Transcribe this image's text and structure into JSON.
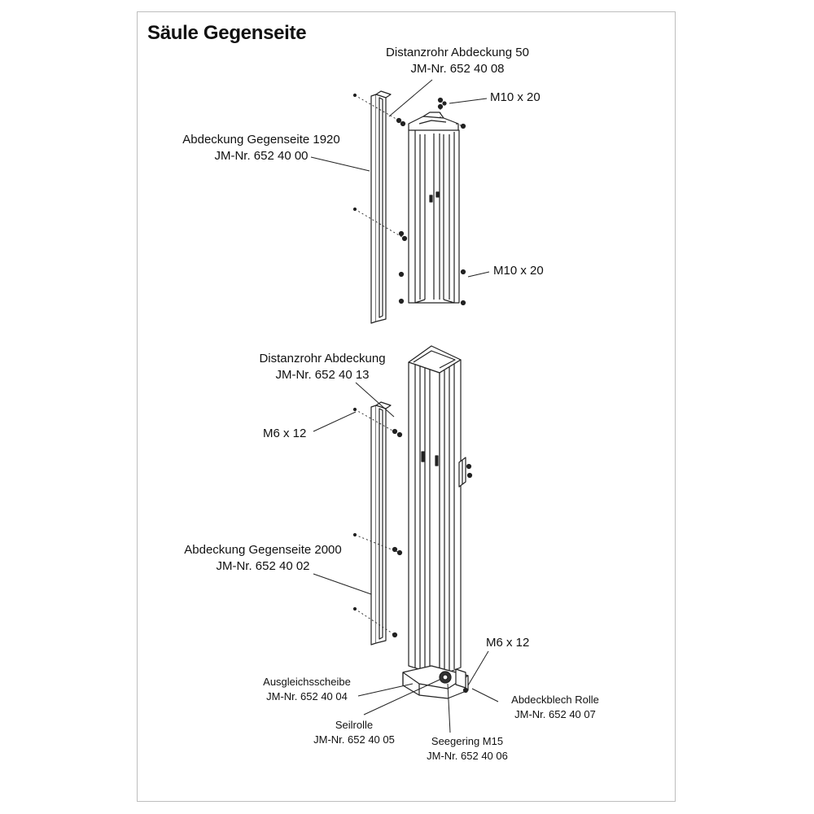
{
  "title": "Säule Gegenseite",
  "labels": {
    "distanzrohr_50": {
      "name": "Distanzrohr Abdeckung 50",
      "number": "JM-Nr. 652 40 08"
    },
    "m10_top": "M10 x 20",
    "abdeckung_1920": {
      "name": "Abdeckung Gegenseite 1920",
      "number": "JM-Nr. 652 40 00"
    },
    "m10_mid": "M10 x 20",
    "distanzrohr": {
      "name": "Distanzrohr Abdeckung",
      "number": "JM-Nr. 652 40 13"
    },
    "m6_upper": "M6 x 12",
    "abdeckung_2000": {
      "name": "Abdeckung Gegenseite 2000",
      "number": "JM-Nr. 652 40 02"
    },
    "m6_lower": "M6 x 12",
    "ausgleichsscheibe": {
      "name": "Ausgleichsscheibe",
      "number": "JM-Nr. 652 40 04"
    },
    "abdeckblech_rolle": {
      "name": "Abdeckblech Rolle",
      "number": "JM-Nr. 652 40 07"
    },
    "seilrolle": {
      "name": "Seilrolle",
      "number": "JM-Nr. 652 40 05"
    },
    "seegering": {
      "name": "Seegering M15",
      "number": "JM-Nr. 652 40 06"
    }
  }
}
